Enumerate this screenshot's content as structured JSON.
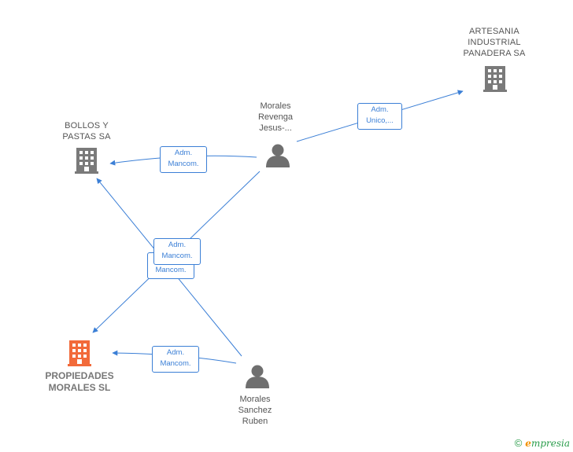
{
  "nodes": {
    "artesania": {
      "label": "ARTESANIA\nINDUSTRIAL\nPANADERA SA",
      "type": "company"
    },
    "bollos": {
      "label": "BOLLOS Y\nPASTAS SA",
      "type": "company"
    },
    "propiedades": {
      "label": "PROPIEDADES\nMORALES  SL",
      "type": "company",
      "highlight": true
    },
    "jesus": {
      "label": "Morales\nRevenga\nJesus-...",
      "type": "person"
    },
    "ruben": {
      "label": "Morales\nSanchez\nRuben",
      "type": "person"
    }
  },
  "edges": [
    {
      "id": "jesus-artesania",
      "label": "Adm.\nUnico,..."
    },
    {
      "id": "jesus-bollos",
      "label": "Adm.\nMancom."
    },
    {
      "id": "jesus-propiedades",
      "label": "Adm.\nMancom."
    },
    {
      "id": "ruben-bollos",
      "label": "Adm.\nMancom."
    },
    {
      "id": "ruben-propiedades",
      "label": "Adm.\nMancom."
    }
  ],
  "colors": {
    "edge": "#3b7fd6",
    "company_icon": "#7a7a7a",
    "highlight_icon": "#f26a3a",
    "person_icon": "#6f6f6f"
  },
  "footer": {
    "copyright": "©",
    "brand_e": "e",
    "brand_rest": "mpresia"
  }
}
